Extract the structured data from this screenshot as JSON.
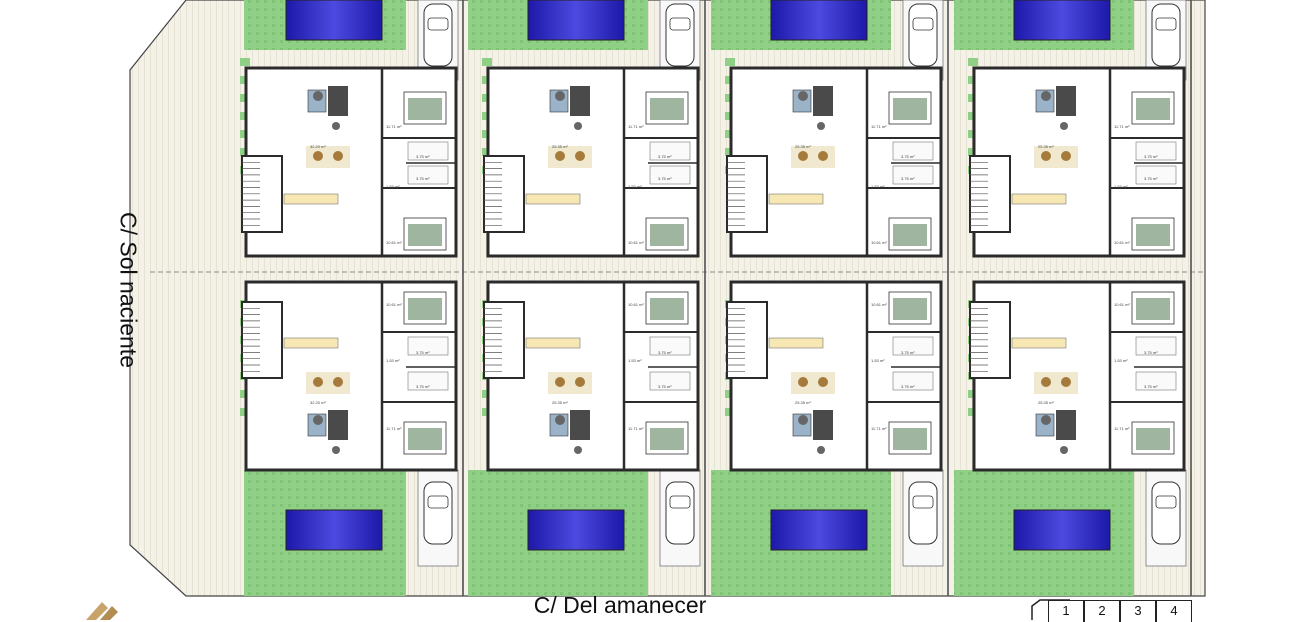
{
  "streets": {
    "left": "C/ Sol naciente",
    "bottom": "C/ Del amanecer"
  },
  "key_plan": {
    "units": [
      "1",
      "2",
      "3",
      "4"
    ]
  },
  "colors": {
    "garden": "#8fcf86",
    "paving": "#f3f1e6",
    "pool": "#3b36c8",
    "wall": "#2b2b2b",
    "bed": "#9fb59f",
    "sofa": "#4a4a4a",
    "kitchen": "#f6e7b3",
    "logo": "#c9a46a"
  },
  "room_areas": {
    "bedroom_main": "11.71 m²",
    "bedroom_second": "10.61 m²",
    "bathroom": "3.75 m²",
    "hall": "1.53 m²",
    "living_a": "32.20 m²",
    "living_b": "25.35 m²"
  }
}
